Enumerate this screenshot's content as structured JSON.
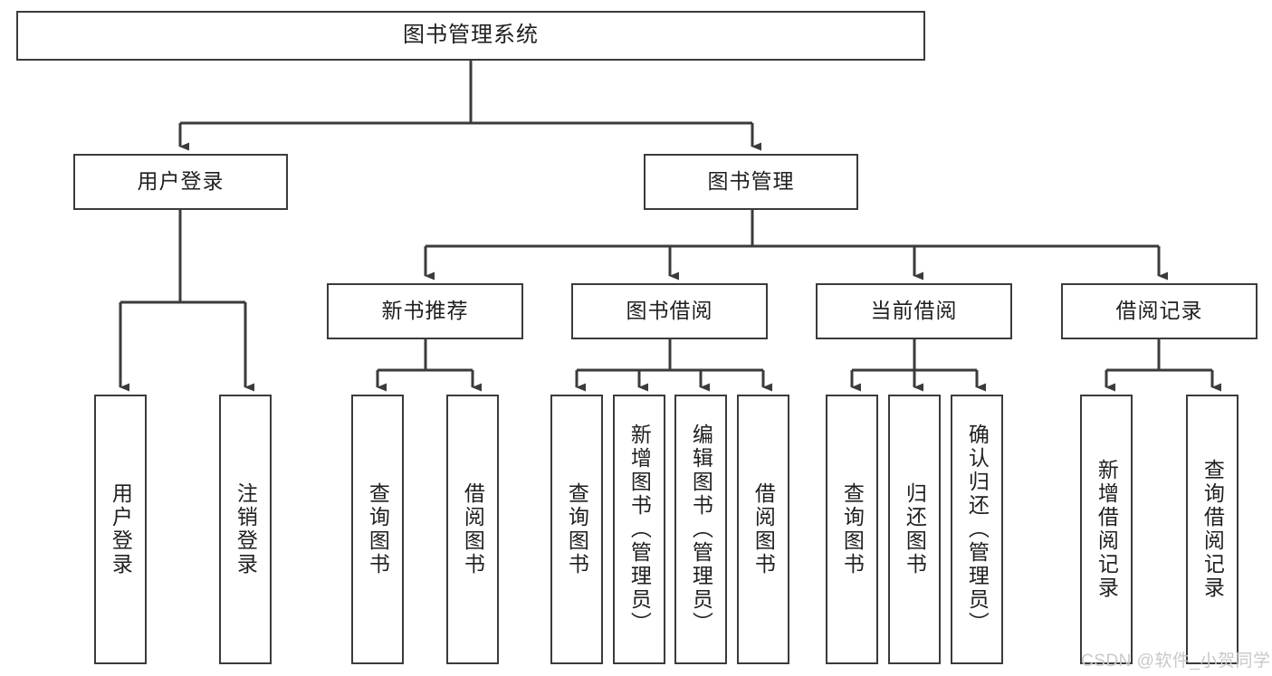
{
  "diagram": {
    "type": "tree-hierarchy",
    "title": "图书管理系统",
    "watermark": "CSDN @软件_小贺同学",
    "colors": {
      "box_border": "#3b3b3b",
      "box_fill": "#ffffff",
      "connector": "#3b3b3b",
      "text": "#1f1f1f",
      "watermark": "#c9c9c9",
      "background": "#ffffff"
    },
    "levels": {
      "root": {
        "label": "图书管理系统"
      },
      "level2": [
        {
          "label": "用户登录"
        },
        {
          "label": "图书管理"
        }
      ],
      "level3": [
        {
          "label": "新书推荐"
        },
        {
          "label": "图书借阅"
        },
        {
          "label": "当前借阅"
        },
        {
          "label": "借阅记录"
        }
      ],
      "leaves": {
        "用户登录": [
          {
            "label": "用户登录"
          },
          {
            "label": "注销登录"
          }
        ],
        "新书推荐": [
          {
            "label": "查询图书"
          },
          {
            "label": "借阅图书"
          }
        ],
        "图书借阅": [
          {
            "label": "查询图书"
          },
          {
            "label": "新增图书（管理员）"
          },
          {
            "label": "编辑图书（管理员）"
          },
          {
            "label": "借阅图书"
          }
        ],
        "当前借阅": [
          {
            "label": "查询图书"
          },
          {
            "label": "归还图书"
          },
          {
            "label": "确认归还（管理员）"
          }
        ],
        "借阅记录": [
          {
            "label": "新增借阅记录"
          },
          {
            "label": "查询借阅记录"
          }
        ]
      }
    },
    "nodes": {
      "root": "图书管理系统",
      "user_login": "用户登录",
      "book_mgmt": "图书管理",
      "new_book_rec": "新书推荐",
      "book_borrow": "图书借阅",
      "current_borrow": "当前借阅",
      "borrow_record": "借阅记录",
      "leaf_user_login": "用户登录",
      "leaf_logout": "注销登录",
      "leaf_query_book_a": "查询图书",
      "leaf_borrow_book_a": "借阅图书",
      "leaf_query_book_b": "查询图书",
      "leaf_add_book": "新增图书（管理员）",
      "leaf_edit_book": "编辑图书（管理员）",
      "leaf_borrow_book_b": "借阅图书",
      "leaf_query_book_c": "查询图书",
      "leaf_return_book": "归还图书",
      "leaf_confirm_return": "确认归还（管理员）",
      "leaf_add_record": "新增借阅记录",
      "leaf_query_record": "查询借阅记录"
    }
  }
}
